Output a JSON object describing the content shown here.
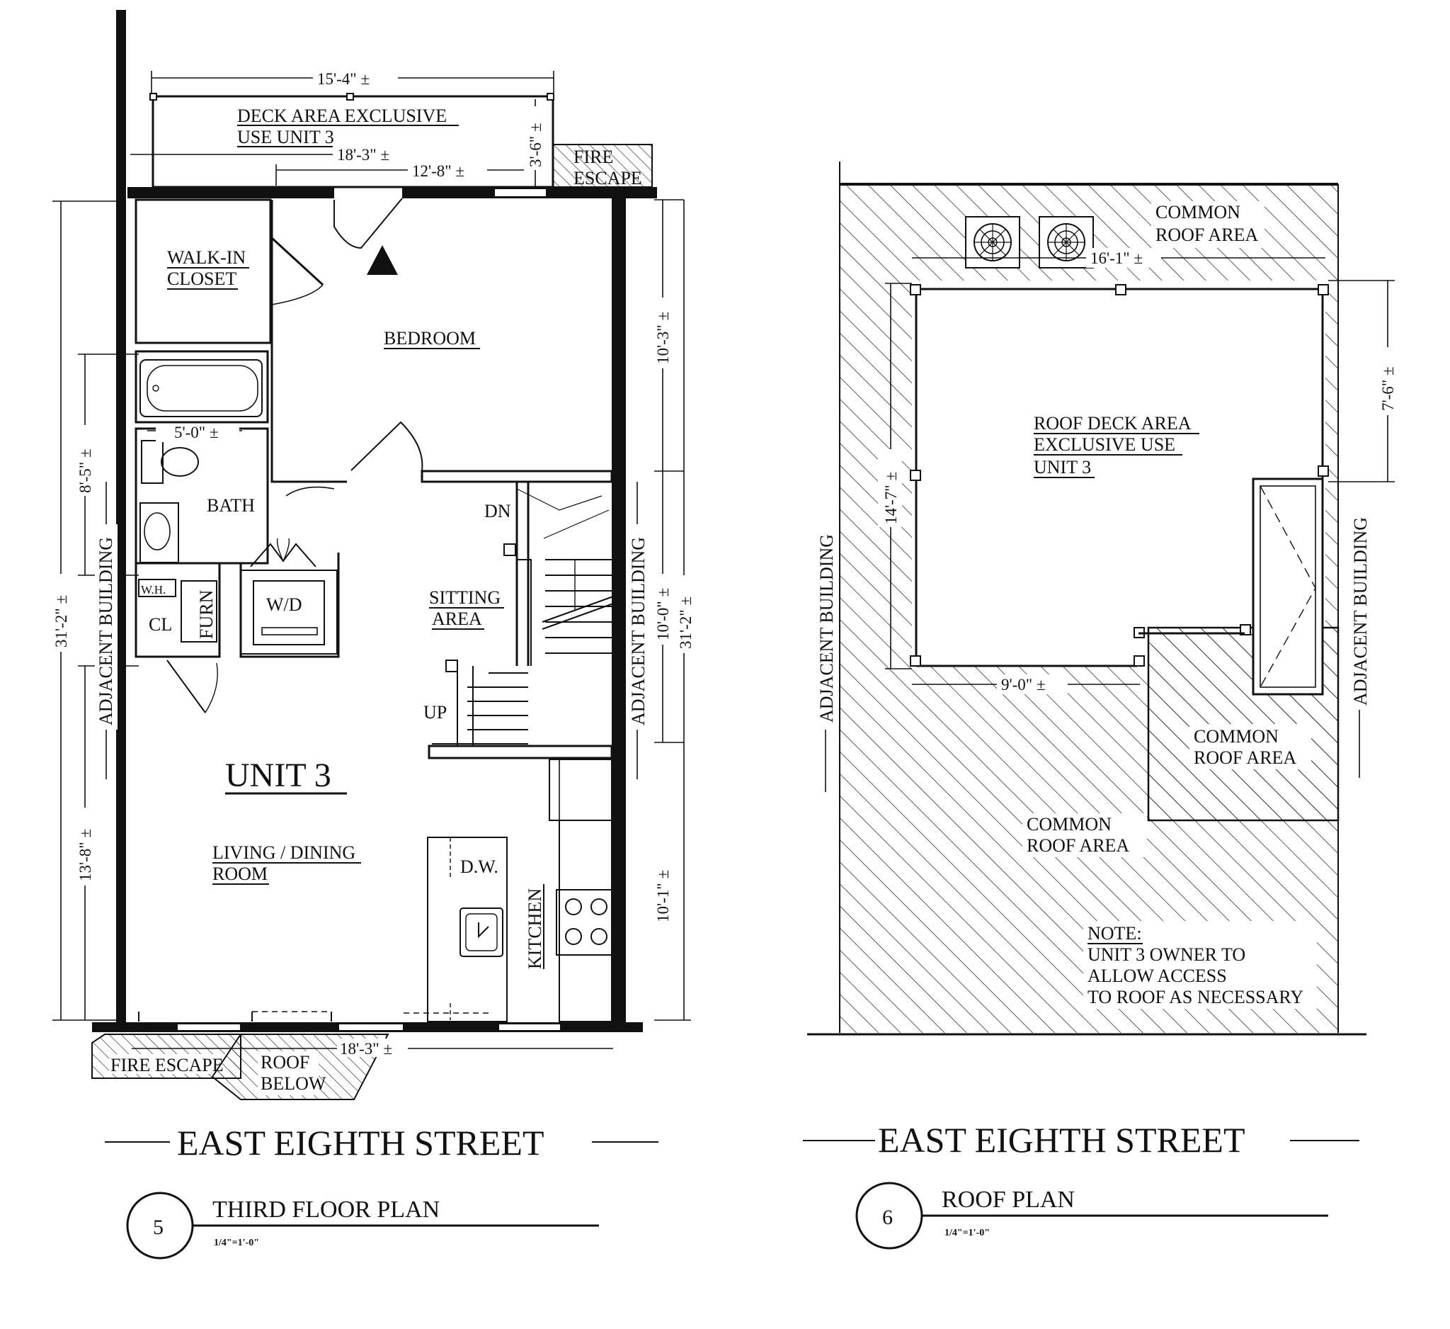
{
  "left_plan": {
    "deck_label_1": "DECK AREA EXCLUSIVE",
    "deck_label_2": "USE UNIT 3",
    "fire_escape_top_1": "FIRE",
    "fire_escape_top_2": "ESCAPE",
    "dim_deck_width": "15'-4\" ±",
    "dim_18_3_top": "18'-3\" ±",
    "dim_12_8": "12'-8\" ±",
    "dim_3_6": "3'-6\" ±",
    "walk_in_1": "WALK-IN",
    "walk_in_2": "CLOSET",
    "bedroom": "BEDROOM",
    "dim_5_0": "5'-0\" ±",
    "bath": "BATH",
    "dn": "DN",
    "up": "UP",
    "sitting_1": "SITTING",
    "sitting_2": "AREA",
    "wh": "W.H.",
    "cl": "CL",
    "furn": "FURN",
    "wd": "W/D",
    "unit": "UNIT 3",
    "living_1": "LIVING / DINING",
    "living_2": "ROOM",
    "dw": "D.W.",
    "kitchen": "KITCHEN",
    "adjacent_left": "ADJACENT BUILDING",
    "adjacent_right": "ADJACENT BUILDING",
    "dim_8_5": "8'-5\" ±",
    "dim_31_2_left": "31'-2\" ±",
    "dim_13_8": "13'-8\" ±",
    "dim_10_3": "10'-3\" ±",
    "dim_10_0": "10'-0\" ±",
    "dim_31_2_right": "31'-2\" ±",
    "dim_10_1": "10'-1\" ±",
    "dim_18_3_bottom": "18'-3\" ±",
    "fire_escape_bottom": "FIRE ESCAPE",
    "roof_below_1": "ROOF",
    "roof_below_2": "BELOW",
    "street": "EAST EIGHTH STREET",
    "title_number": "5",
    "title": "THIRD FLOOR PLAN",
    "scale": "1/4\"=1'-0\""
  },
  "right_plan": {
    "common_top_1": "COMMON",
    "common_top_2": "ROOF AREA",
    "dim_16_1": "16'-1\" ±",
    "deck_1": "ROOF DECK AREA",
    "deck_2": "EXCLUSIVE USE",
    "deck_3": "UNIT 3",
    "dim_14_7": "14'-7\" ±",
    "dim_7_6": "7'-6\" ±",
    "dim_9_0": "9'-0\" ±",
    "adjacent_left": "ADJACENT BUILDING",
    "adjacent_right": "ADJACENT BUILDING",
    "common_right_1": "COMMON",
    "common_right_2": "ROOF AREA",
    "common_bottom_1": "COMMON",
    "common_bottom_2": "ROOF AREA",
    "note_head": "NOTE:",
    "note_1": "UNIT 3 OWNER TO",
    "note_2": "ALLOW ACCESS",
    "note_3": "TO ROOF AS NECESSARY",
    "street": "EAST EIGHTH STREET",
    "title_number": "6",
    "title": "ROOF PLAN",
    "scale": "1/4\"=1'-0\""
  }
}
